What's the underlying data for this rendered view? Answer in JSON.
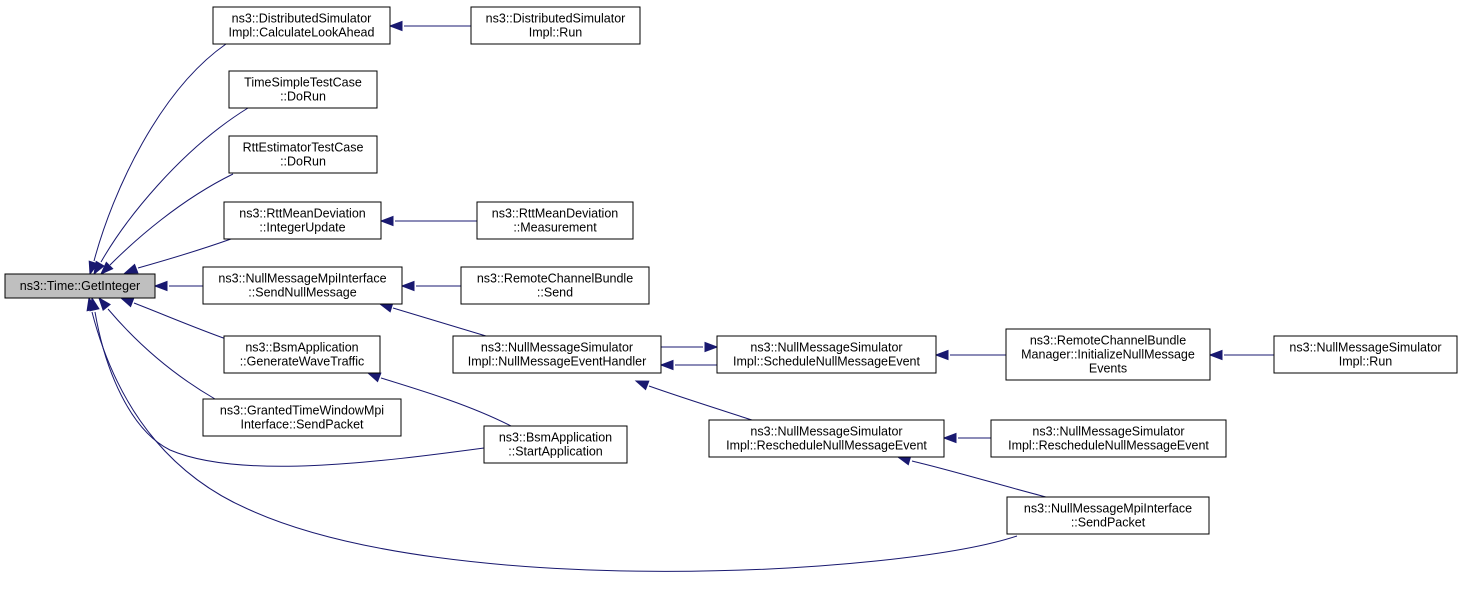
{
  "nodes": [
    {
      "id": "root",
      "lines": [
        "ns3::Time::GetInteger"
      ]
    },
    {
      "id": "calc_lookahead",
      "lines": [
        "ns3::DistributedSimulator",
        "Impl::CalculateLookAhead"
      ]
    },
    {
      "id": "dist_run",
      "lines": [
        "ns3::DistributedSimulator",
        "Impl::Run"
      ]
    },
    {
      "id": "time_simple",
      "lines": [
        "TimeSimpleTestCase",
        "::DoRun"
      ]
    },
    {
      "id": "rtt_estimator",
      "lines": [
        "RttEstimatorTestCase",
        "::DoRun"
      ]
    },
    {
      "id": "rtt_integer",
      "lines": [
        "ns3::RttMeanDeviation",
        "::IntegerUpdate"
      ]
    },
    {
      "id": "rtt_measure",
      "lines": [
        "ns3::RttMeanDeviation",
        "::Measurement"
      ]
    },
    {
      "id": "send_null",
      "lines": [
        "ns3::NullMessageMpiInterface",
        "::SendNullMessage"
      ]
    },
    {
      "id": "rcb_send",
      "lines": [
        "ns3::RemoteChannelBundle",
        "::Send"
      ]
    },
    {
      "id": "null_handler",
      "lines": [
        "ns3::NullMessageSimulator",
        "Impl::NullMessageEventHandler"
      ]
    },
    {
      "id": "schedule_null",
      "lines": [
        "ns3::NullMessageSimulator",
        "Impl::ScheduleNullMessageEvent"
      ]
    },
    {
      "id": "rcb_init",
      "lines": [
        "ns3::RemoteChannelBundle",
        "Manager::InitializeNullMessage",
        "Events"
      ]
    },
    {
      "id": "null_run",
      "lines": [
        "ns3::NullMessageSimulator",
        "Impl::Run"
      ]
    },
    {
      "id": "gen_wave",
      "lines": [
        "ns3::BsmApplication",
        "::GenerateWaveTraffic"
      ]
    },
    {
      "id": "granted_send",
      "lines": [
        "ns3::GrantedTimeWindowMpi",
        "Interface::SendPacket"
      ]
    },
    {
      "id": "bsm_start",
      "lines": [
        "ns3::BsmApplication",
        "::StartApplication"
      ]
    },
    {
      "id": "resched_impl",
      "lines": [
        "ns3::NullMessageSimulator",
        "Impl::RescheduleNullMessageEvent"
      ]
    },
    {
      "id": "resched_impl2",
      "lines": [
        "ns3::NullMessageSimulator",
        "Impl::RescheduleNullMessageEvent"
      ]
    },
    {
      "id": "nm_sendpacket",
      "lines": [
        "ns3::NullMessageMpiInterface",
        "::SendPacket"
      ]
    }
  ],
  "edges": [
    {
      "from": "calc_lookahead",
      "to": "root"
    },
    {
      "from": "time_simple",
      "to": "root"
    },
    {
      "from": "rtt_estimator",
      "to": "root"
    },
    {
      "from": "rtt_integer",
      "to": "root"
    },
    {
      "from": "send_null",
      "to": "root"
    },
    {
      "from": "gen_wave",
      "to": "root"
    },
    {
      "from": "granted_send",
      "to": "root"
    },
    {
      "from": "bsm_start",
      "to": "root"
    },
    {
      "from": "nm_sendpacket",
      "to": "root"
    },
    {
      "from": "dist_run",
      "to": "calc_lookahead"
    },
    {
      "from": "rtt_measure",
      "to": "rtt_integer"
    },
    {
      "from": "rcb_send",
      "to": "send_null"
    },
    {
      "from": "null_handler",
      "to": "send_null"
    },
    {
      "from": "schedule_null",
      "to": "null_handler"
    },
    {
      "from": "null_handler",
      "to": "schedule_null"
    },
    {
      "from": "resched_impl",
      "to": "null_handler"
    },
    {
      "from": "rcb_init",
      "to": "schedule_null"
    },
    {
      "from": "null_run",
      "to": "rcb_init"
    },
    {
      "from": "bsm_start",
      "to": "gen_wave"
    },
    {
      "from": "resched_impl2",
      "to": "resched_impl"
    },
    {
      "from": "nm_sendpacket",
      "to": "resched_impl"
    }
  ]
}
